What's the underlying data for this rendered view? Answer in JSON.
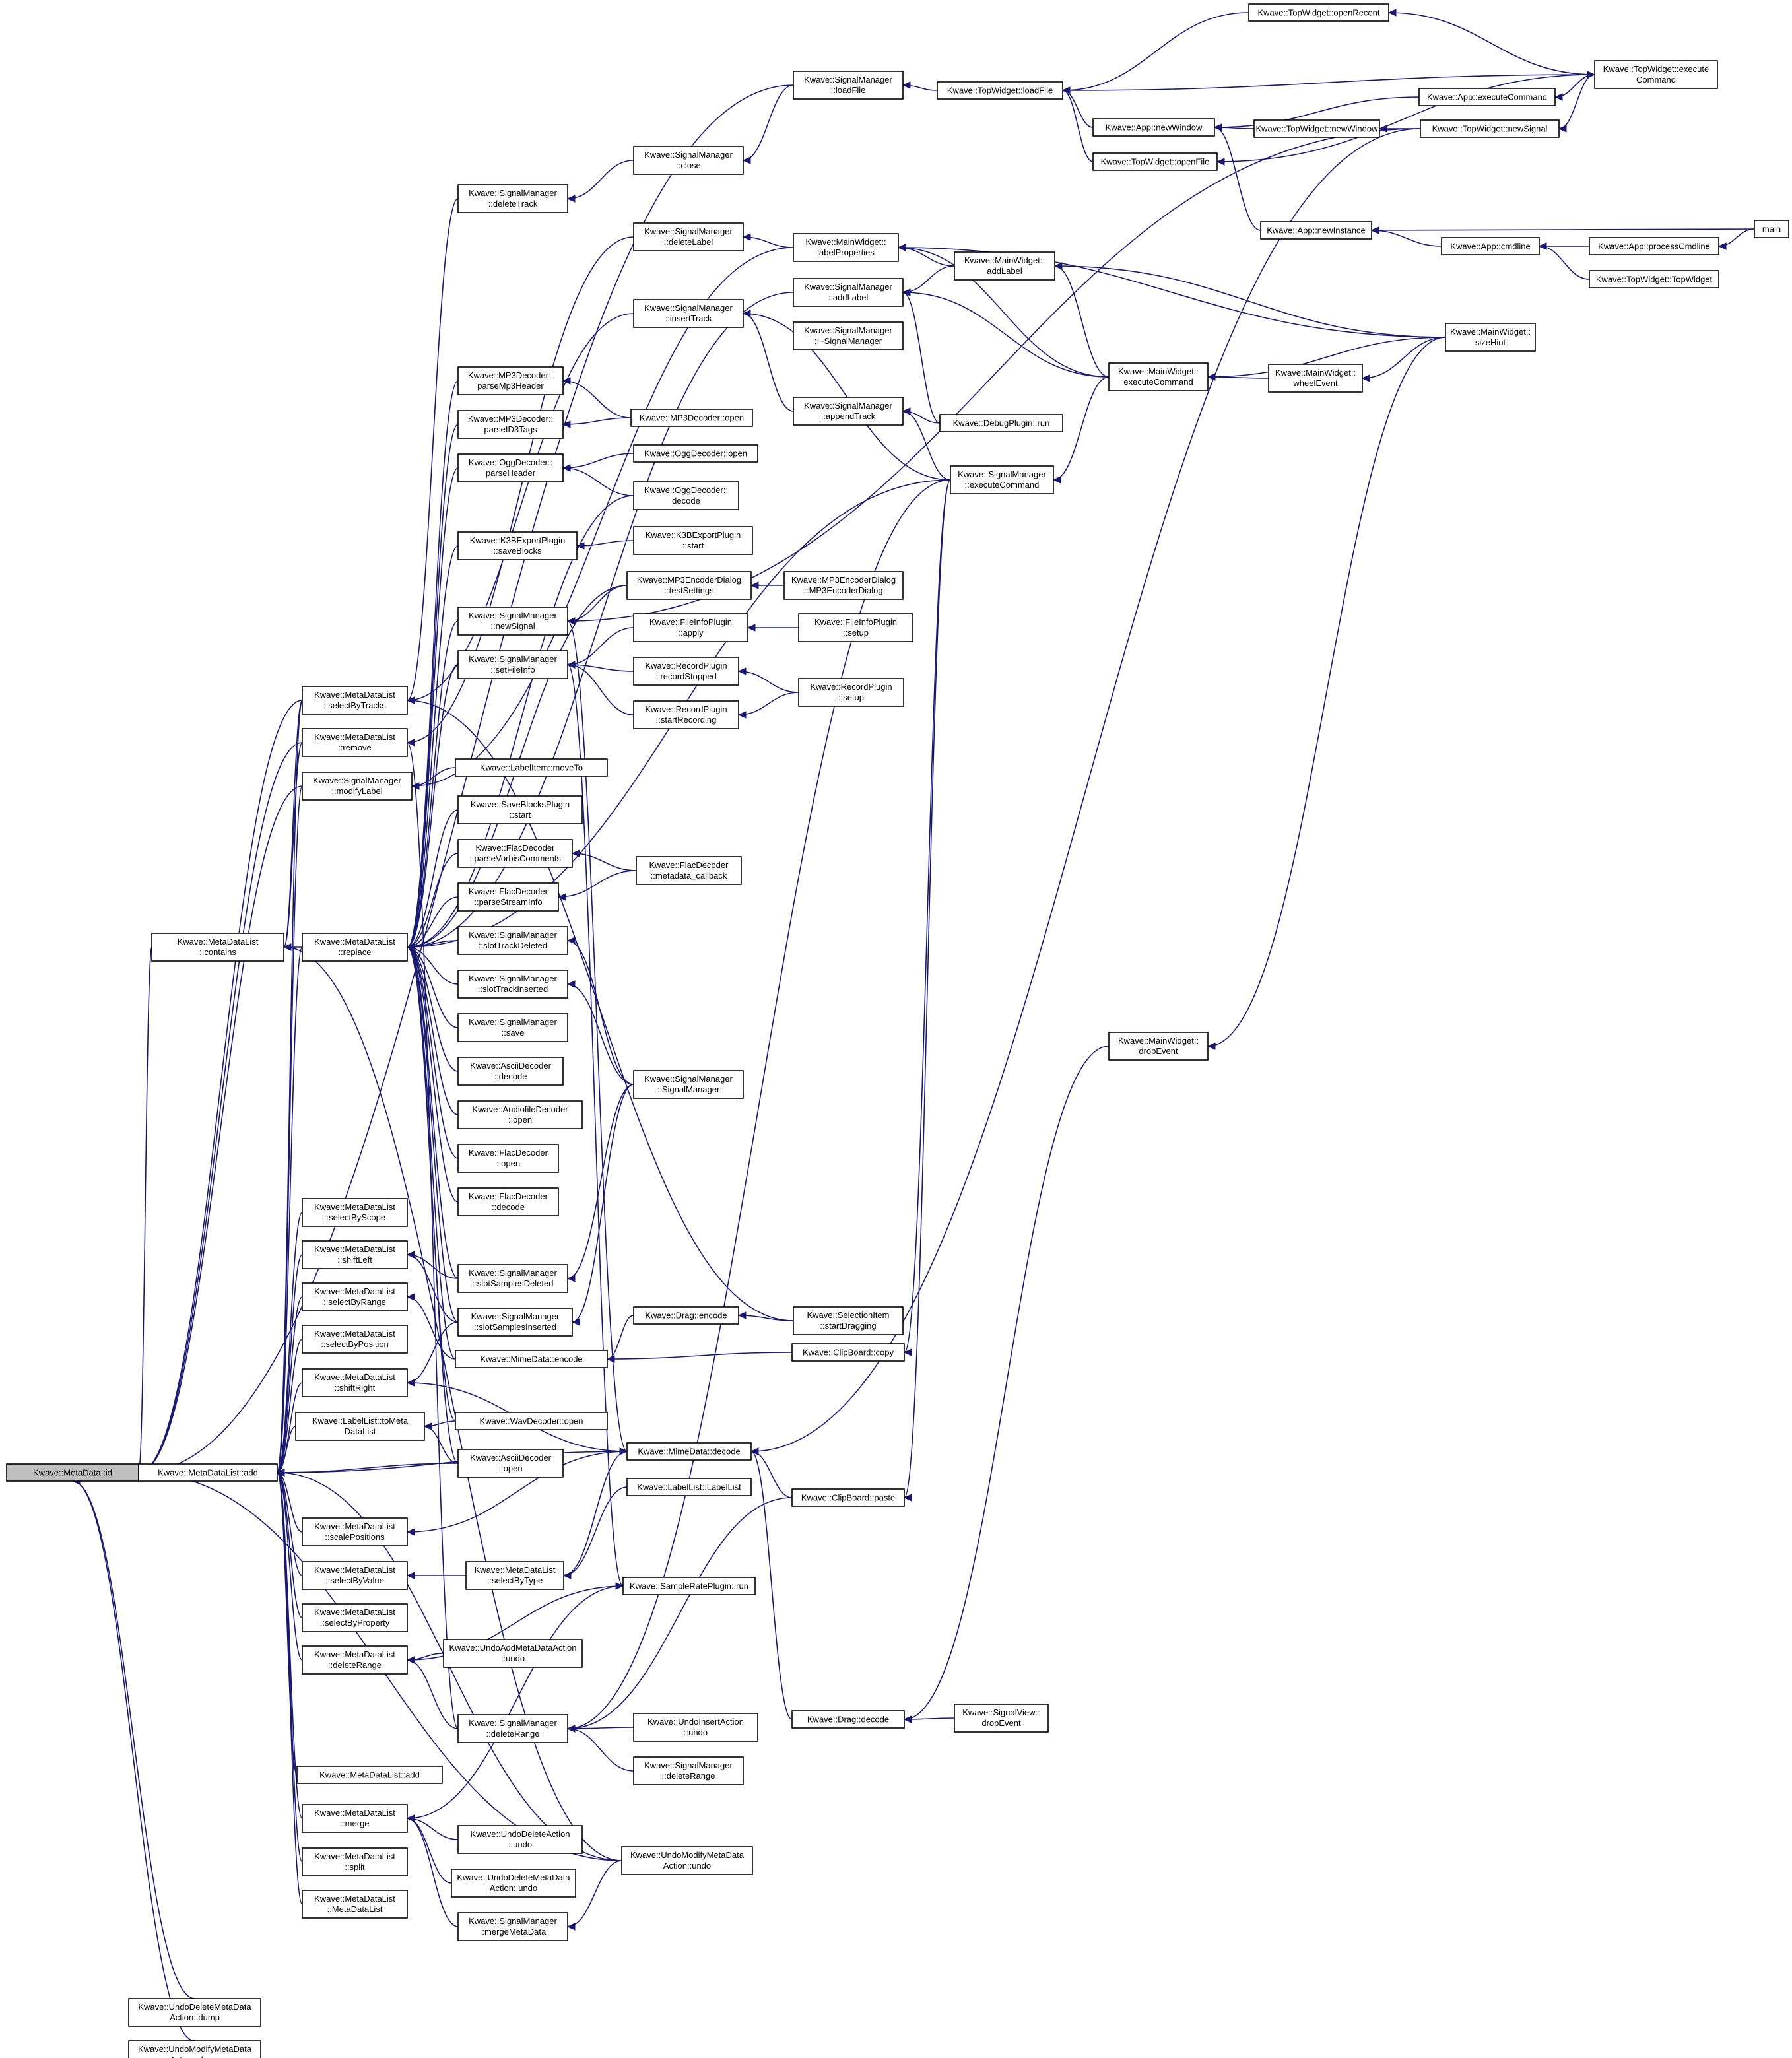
{
  "colors": {
    "edge": "#191970",
    "root_fill": "#bfbfbf",
    "node_fill": "#ffffff",
    "border": "#000000"
  },
  "nodes": [
    {
      "id": "n_id",
      "lines": [
        "Kwave::MetaData::id"
      ],
      "root": true
    },
    {
      "id": "n_mdl_add",
      "lines": [
        "Kwave::MetaDataList::add"
      ]
    },
    {
      "id": "n_contains",
      "lines": [
        "Kwave::MetaDataList",
        "::contains"
      ]
    },
    {
      "id": "n_udmd_dump",
      "lines": [
        "Kwave::UndoDeleteMetaData",
        "Action::dump"
      ]
    },
    {
      "id": "n_ummd_dump",
      "lines": [
        "Kwave::UndoModifyMetaData",
        "Action::dump"
      ]
    },
    {
      "id": "n_selectByTracks",
      "lines": [
        "Kwave::MetaDataList",
        "::selectByTracks"
      ]
    },
    {
      "id": "n_remove",
      "lines": [
        "Kwave::MetaDataList",
        "::remove"
      ]
    },
    {
      "id": "n_modifyLabel",
      "lines": [
        "Kwave::SignalManager",
        "::modifyLabel"
      ]
    },
    {
      "id": "n_replace",
      "lines": [
        "Kwave::MetaDataList",
        "::replace"
      ]
    },
    {
      "id": "n_selectByScope",
      "lines": [
        "Kwave::MetaDataList",
        "::selectByScope"
      ]
    },
    {
      "id": "n_shiftLeft",
      "lines": [
        "Kwave::MetaDataList",
        "::shiftLeft"
      ]
    },
    {
      "id": "n_selectByRange",
      "lines": [
        "Kwave::MetaDataList",
        "::selectByRange"
      ]
    },
    {
      "id": "n_selectByPosition",
      "lines": [
        "Kwave::MetaDataList",
        "::selectByPosition"
      ]
    },
    {
      "id": "n_shiftRight",
      "lines": [
        "Kwave::MetaDataList",
        "::shiftRight"
      ]
    },
    {
      "id": "n_toMetaDataList",
      "lines": [
        "Kwave::LabelList::toMeta",
        "DataList"
      ]
    },
    {
      "id": "n_scalePositions",
      "lines": [
        "Kwave::MetaDataList",
        "::scalePositions"
      ]
    },
    {
      "id": "n_selectByValue",
      "lines": [
        "Kwave::MetaDataList",
        "::selectByValue"
      ]
    },
    {
      "id": "n_selectByProperty",
      "lines": [
        "Kwave::MetaDataList",
        "::selectByProperty"
      ]
    },
    {
      "id": "n_deleteRange_mdl",
      "lines": [
        "Kwave::MetaDataList",
        "::deleteRange"
      ]
    },
    {
      "id": "n_mdl_add2",
      "lines": [
        "Kwave::MetaDataList::add"
      ]
    },
    {
      "id": "n_merge",
      "lines": [
        "Kwave::MetaDataList",
        "::merge"
      ]
    },
    {
      "id": "n_split",
      "lines": [
        "Kwave::MetaDataList",
        "::split"
      ]
    },
    {
      "id": "n_mdl_ctor",
      "lines": [
        "Kwave::MetaDataList",
        "::MetaDataList"
      ]
    },
    {
      "id": "n_sm_deleteTrack",
      "lines": [
        "Kwave::SignalManager",
        "::deleteTrack"
      ]
    },
    {
      "id": "n_mp3_parseMp3Header",
      "lines": [
        "Kwave::MP3Decoder::",
        "parseMp3Header"
      ]
    },
    {
      "id": "n_mp3_parseID3Tags",
      "lines": [
        "Kwave::MP3Decoder::",
        "parseID3Tags"
      ]
    },
    {
      "id": "n_ogg_parseHeader",
      "lines": [
        "Kwave::OggDecoder::",
        "parseHeader"
      ]
    },
    {
      "id": "n_k3b_saveBlocks",
      "lines": [
        "Kwave::K3BExportPlugin",
        "::saveBlocks"
      ]
    },
    {
      "id": "n_sm_newSignal",
      "lines": [
        "Kwave::SignalManager",
        "::newSignal"
      ]
    },
    {
      "id": "n_sm_setFileInfo",
      "lines": [
        "Kwave::SignalManager",
        "::setFileInfo"
      ]
    },
    {
      "id": "n_labelItem_moveTo",
      "lines": [
        "Kwave::LabelItem::moveTo"
      ]
    },
    {
      "id": "n_saveBlocks_start",
      "lines": [
        "Kwave::SaveBlocksPlugin",
        "::start"
      ]
    },
    {
      "id": "n_flac_parseVorbis",
      "lines": [
        "Kwave::FlacDecoder",
        "::parseVorbisComments"
      ]
    },
    {
      "id": "n_flac_parseStream",
      "lines": [
        "Kwave::FlacDecoder",
        "::parseStreamInfo"
      ]
    },
    {
      "id": "n_sm_slotTrackDeleted",
      "lines": [
        "Kwave::SignalManager",
        "::slotTrackDeleted"
      ]
    },
    {
      "id": "n_sm_slotTrackInserted",
      "lines": [
        "Kwave::SignalManager",
        "::slotTrackInserted"
      ]
    },
    {
      "id": "n_sm_save",
      "lines": [
        "Kwave::SignalManager",
        "::save"
      ]
    },
    {
      "id": "n_ascii_decode",
      "lines": [
        "Kwave::AsciiDecoder",
        "::decode"
      ]
    },
    {
      "id": "n_audiofile_open",
      "lines": [
        "Kwave::AudiofileDecoder",
        "::open"
      ]
    },
    {
      "id": "n_flac_open",
      "lines": [
        "Kwave::FlacDecoder",
        "::open"
      ]
    },
    {
      "id": "n_flac_decode",
      "lines": [
        "Kwave::FlacDecoder",
        "::decode"
      ]
    },
    {
      "id": "n_sm_slotSamplesDeleted",
      "lines": [
        "Kwave::SignalManager",
        "::slotSamplesDeleted"
      ]
    },
    {
      "id": "n_sm_slotSamplesInserted",
      "lines": [
        "Kwave::SignalManager",
        "::slotSamplesInserted"
      ]
    },
    {
      "id": "n_mime_encode",
      "lines": [
        "Kwave::MimeData::encode"
      ]
    },
    {
      "id": "n_wav_open",
      "lines": [
        "Kwave::WavDecoder::open"
      ]
    },
    {
      "id": "n_ascii_open",
      "lines": [
        "Kwave::AsciiDecoder",
        "::open"
      ]
    },
    {
      "id": "n_mdl_selectByType",
      "lines": [
        "Kwave::MetaDataList",
        "::selectByType"
      ]
    },
    {
      "id": "n_undoAddMD_undo",
      "lines": [
        "Kwave::UndoAddMetaDataAction",
        "::undo"
      ]
    },
    {
      "id": "n_sm_deleteRange",
      "lines": [
        "Kwave::SignalManager",
        "::deleteRange"
      ]
    },
    {
      "id": "n_undoDelete_undo",
      "lines": [
        "Kwave::UndoDeleteAction",
        "::undo"
      ]
    },
    {
      "id": "n_undoDeleteMD_undo",
      "lines": [
        "Kwave::UndoDeleteMetaData",
        "Action::undo"
      ]
    },
    {
      "id": "n_sm_mergeMetaData",
      "lines": [
        "Kwave::SignalManager",
        "::mergeMetaData"
      ]
    },
    {
      "id": "n_sm_close",
      "lines": [
        "Kwave::SignalManager",
        "::close"
      ]
    },
    {
      "id": "n_sm_deleteLabel",
      "lines": [
        "Kwave::SignalManager",
        "::deleteLabel"
      ]
    },
    {
      "id": "n_sm_insertTrack",
      "lines": [
        "Kwave::SignalManager",
        "::insertTrack"
      ]
    },
    {
      "id": "n_mp3_open",
      "lines": [
        "Kwave::MP3Decoder::open"
      ]
    },
    {
      "id": "n_ogg_open",
      "lines": [
        "Kwave::OggDecoder::open"
      ]
    },
    {
      "id": "n_ogg_decode",
      "lines": [
        "Kwave::OggDecoder::",
        "decode"
      ]
    },
    {
      "id": "n_k3b_start",
      "lines": [
        "Kwave::K3BExportPlugin",
        "::start"
      ]
    },
    {
      "id": "n_mp3enc_testSettings",
      "lines": [
        "Kwave::MP3EncoderDialog",
        "::testSettings"
      ]
    },
    {
      "id": "n_fileinfo_apply",
      "lines": [
        "Kwave::FileInfoPlugin",
        "::apply"
      ]
    },
    {
      "id": "n_record_recordStopped",
      "lines": [
        "Kwave::RecordPlugin",
        "::recordStopped"
      ]
    },
    {
      "id": "n_record_startRecording",
      "lines": [
        "Kwave::RecordPlugin",
        "::startRecording"
      ]
    },
    {
      "id": "n_flac_metadata_cb",
      "lines": [
        "Kwave::FlacDecoder",
        "::metadata_callback"
      ]
    },
    {
      "id": "n_sm_ctor",
      "lines": [
        "Kwave::SignalManager",
        "::SignalManager"
      ]
    },
    {
      "id": "n_drag_encode",
      "lines": [
        "Kwave::Drag::encode"
      ]
    },
    {
      "id": "n_mime_decode",
      "lines": [
        "Kwave::MimeData::decode"
      ]
    },
    {
      "id": "n_labelList_ctor",
      "lines": [
        "Kwave::LabelList::LabelList"
      ]
    },
    {
      "id": "n_samplerate_run",
      "lines": [
        "Kwave::SampleRatePlugin::run"
      ]
    },
    {
      "id": "n_undoInsert_undo",
      "lines": [
        "Kwave::UndoInsertAction",
        "::undo"
      ]
    },
    {
      "id": "n_sm_deleteRange2",
      "lines": [
        "Kwave::SignalManager",
        "::deleteRange"
      ]
    },
    {
      "id": "n_undoModifyMD_undo",
      "lines": [
        "Kwave::UndoModifyMetaData",
        "Action::undo"
      ]
    },
    {
      "id": "n_sm_loadFile",
      "lines": [
        "Kwave::SignalManager",
        "::loadFile"
      ]
    },
    {
      "id": "n_mw_labelProperties",
      "lines": [
        "Kwave::MainWidget::",
        "labelProperties"
      ]
    },
    {
      "id": "n_sm_addLabel",
      "lines": [
        "Kwave::SignalManager",
        "::addLabel"
      ]
    },
    {
      "id": "n_sm_dtor",
      "lines": [
        "Kwave::SignalManager",
        "::~SignalManager"
      ]
    },
    {
      "id": "n_sm_appendTrack",
      "lines": [
        "Kwave::SignalManager",
        "::appendTrack"
      ]
    },
    {
      "id": "n_sm_executeCommand",
      "lines": [
        "Kwave::SignalManager",
        "::executeCommand"
      ]
    },
    {
      "id": "n_mp3enc_dialog",
      "lines": [
        "Kwave::MP3EncoderDialog",
        "::MP3EncoderDialog"
      ]
    },
    {
      "id": "n_fileinfo_setup",
      "lines": [
        "Kwave::FileInfoPlugin",
        "::setup"
      ]
    },
    {
      "id": "n_record_setup",
      "lines": [
        "Kwave::RecordPlugin",
        "::setup"
      ]
    },
    {
      "id": "n_selectionItem_startDragging",
      "lines": [
        "Kwave::SelectionItem",
        "::startDragging"
      ]
    },
    {
      "id": "n_clipboard_copy",
      "lines": [
        "Kwave::ClipBoard::copy"
      ]
    },
    {
      "id": "n_clipboard_paste",
      "lines": [
        "Kwave::ClipBoard::paste"
      ]
    },
    {
      "id": "n_drag_decode",
      "lines": [
        "Kwave::Drag::decode"
      ]
    },
    {
      "id": "n_tw_loadFile",
      "lines": [
        "Kwave::TopWidget::loadFile"
      ]
    },
    {
      "id": "n_app_newWindow",
      "lines": [
        "Kwave::App::newWindow"
      ]
    },
    {
      "id": "n_tw_openFile",
      "lines": [
        "Kwave::TopWidget::openFile"
      ]
    },
    {
      "id": "n_mw_addLabel",
      "lines": [
        "Kwave::MainWidget::",
        "addLabel"
      ]
    },
    {
      "id": "n_debug_run",
      "lines": [
        "Kwave::DebugPlugin::run"
      ]
    },
    {
      "id": "n_mw_executeCommand",
      "lines": [
        "Kwave::MainWidget::",
        "executeCommand"
      ]
    },
    {
      "id": "n_mw_dropEvent",
      "lines": [
        "Kwave::MainWidget::",
        "dropEvent"
      ]
    },
    {
      "id": "n_sv_dropEvent",
      "lines": [
        "Kwave::SignalView::",
        "dropEvent"
      ]
    },
    {
      "id": "n_tw_openRecent",
      "lines": [
        "Kwave::TopWidget::openRecent"
      ]
    },
    {
      "id": "n_tw_newWindow",
      "lines": [
        "Kwave::TopWidget::newWindow"
      ]
    },
    {
      "id": "n_app_executeCommand",
      "lines": [
        "Kwave::App::executeCommand"
      ]
    },
    {
      "id": "n_app_newInstance",
      "lines": [
        "Kwave::App::newInstance"
      ]
    },
    {
      "id": "n_mw_wheelEvent",
      "lines": [
        "Kwave::MainWidget::",
        "wheelEvent"
      ]
    },
    {
      "id": "n_tw_executeCommand",
      "lines": [
        "Kwave::TopWidget::execute",
        "Command"
      ]
    },
    {
      "id": "n_tw_newSignal",
      "lines": [
        "Kwave::TopWidget::newSignal"
      ]
    },
    {
      "id": "n_app_cmdline",
      "lines": [
        "Kwave::App::cmdline"
      ]
    },
    {
      "id": "n_app_processCmdline",
      "lines": [
        "Kwave::App::processCmdline"
      ]
    },
    {
      "id": "n_tw_ctor",
      "lines": [
        "Kwave::TopWidget::TopWidget"
      ]
    },
    {
      "id": "n_mw_sizeHint",
      "lines": [
        "Kwave::MainWidget::",
        "sizeHint"
      ]
    },
    {
      "id": "n_main",
      "lines": [
        "main"
      ]
    }
  ]
}
